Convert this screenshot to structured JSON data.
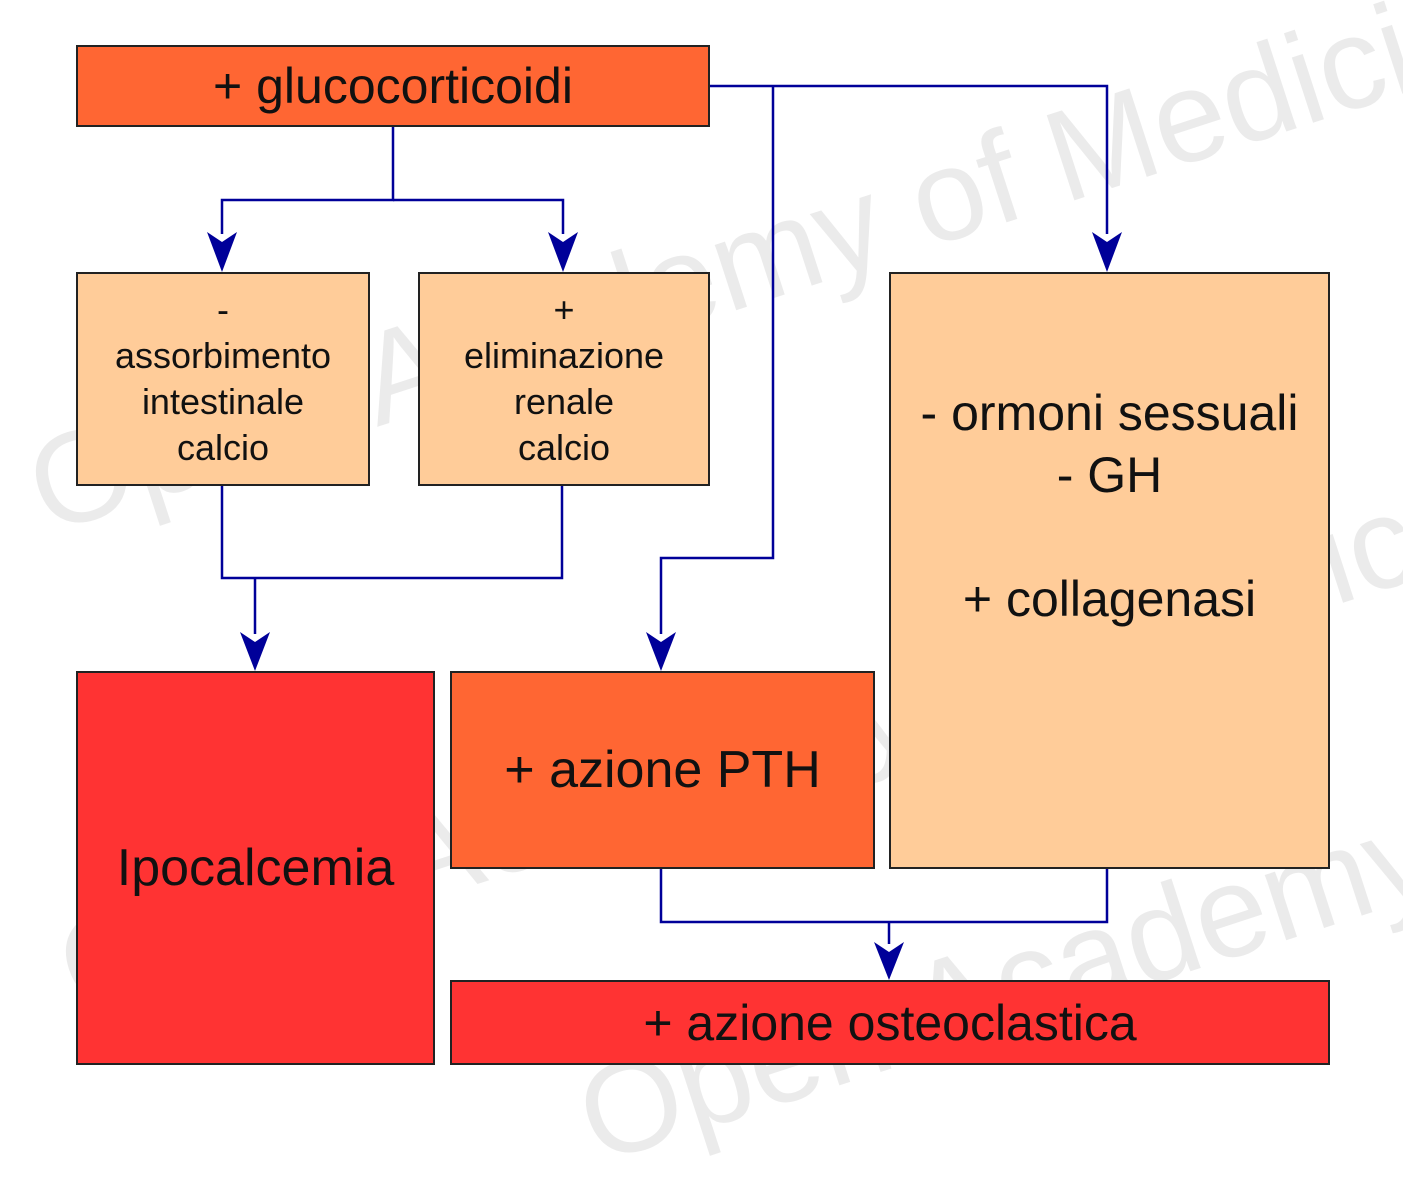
{
  "watermark": "Open Academy of Medicine",
  "colors": {
    "orange": "#FF6633",
    "peach": "#FFCC99",
    "red": "#FF3333",
    "arrow": "#000099"
  },
  "nodes": {
    "glucocorticoidi": "+ glucocorticoidi",
    "assorbimento": {
      "l1": "-",
      "l2": "assorbimento",
      "l3": "intestinale",
      "l4": "calcio"
    },
    "eliminazione": {
      "l1": "+",
      "l2": "eliminazione",
      "l3": "renale",
      "l4": "calcio"
    },
    "ormoni": {
      "l1": "- ormoni sessuali",
      "l2": "- GH",
      "l3": "+ collagenasi"
    },
    "ipocalcemia": "Ipocalcemia",
    "pth": "+ azione PTH",
    "osteoclastica": "+ azione osteoclastica"
  }
}
